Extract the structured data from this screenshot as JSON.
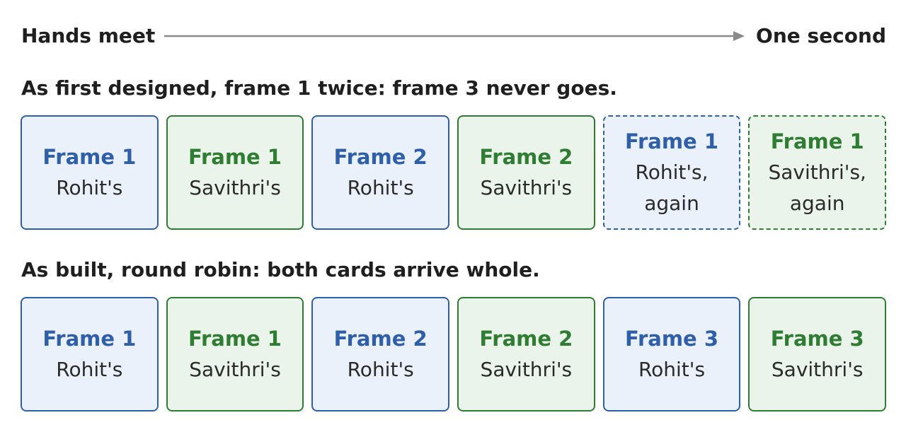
{
  "timeline": {
    "start": "Hands meet",
    "end": "One second"
  },
  "sections": [
    {
      "title": "As first designed, frame 1 twice: frame 3 never goes.",
      "cards": [
        {
          "frame": "Frame 1",
          "owner": "Rohit's",
          "person": "rohit",
          "style": "solid"
        },
        {
          "frame": "Frame 1",
          "owner": "Savithri's",
          "person": "savithri",
          "style": "solid"
        },
        {
          "frame": "Frame 2",
          "owner": "Rohit's",
          "person": "rohit",
          "style": "solid"
        },
        {
          "frame": "Frame 2",
          "owner": "Savithri's",
          "person": "savithri",
          "style": "solid"
        },
        {
          "frame": "Frame 1",
          "owner": "Rohit's, again",
          "person": "rohit",
          "style": "dashed"
        },
        {
          "frame": "Frame 1",
          "owner": "Savithri's, again",
          "person": "savithri",
          "style": "dashed"
        }
      ]
    },
    {
      "title": "As built, round robin: both cards arrive whole.",
      "cards": [
        {
          "frame": "Frame 1",
          "owner": "Rohit's",
          "person": "rohit",
          "style": "solid"
        },
        {
          "frame": "Frame 1",
          "owner": "Savithri's",
          "person": "savithri",
          "style": "solid"
        },
        {
          "frame": "Frame 2",
          "owner": "Rohit's",
          "person": "rohit",
          "style": "solid"
        },
        {
          "frame": "Frame 2",
          "owner": "Savithri's",
          "person": "savithri",
          "style": "solid"
        },
        {
          "frame": "Frame 3",
          "owner": "Rohit's",
          "person": "rohit",
          "style": "solid"
        },
        {
          "frame": "Frame 3",
          "owner": "Savithri's",
          "person": "savithri",
          "style": "solid"
        }
      ]
    }
  ],
  "colors": {
    "rohit_border": "#2f5fa8",
    "rohit_fill": "#ebf1fb",
    "savithri_border": "#2e7d32",
    "savithri_fill": "#eaf4ea",
    "arrow": "#8a8a8a"
  }
}
